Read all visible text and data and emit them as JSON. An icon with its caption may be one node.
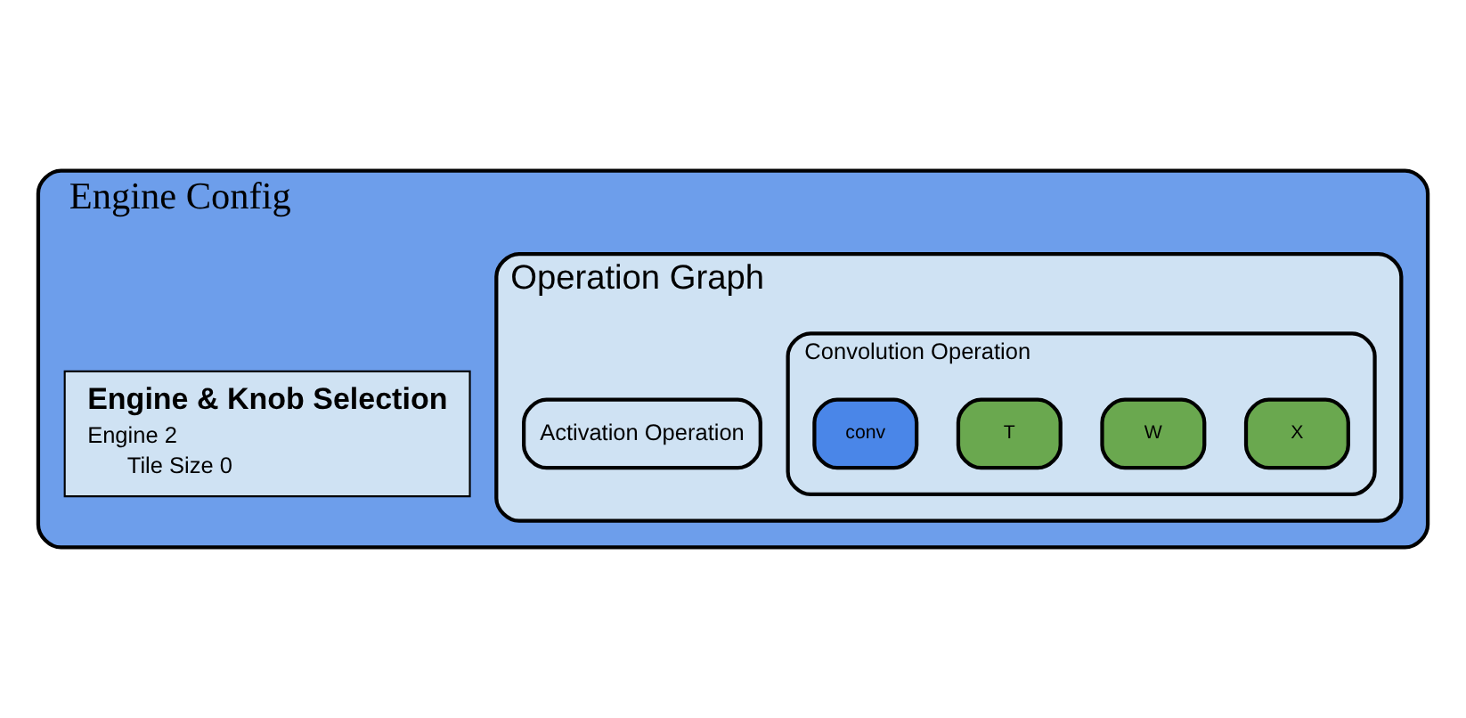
{
  "diagram": {
    "nodes": [
      {
        "text": [
          "Engine Config"
        ]
      },
      {
        "text": [
          "Operation Graph"
        ],
        "in": 0
      },
      {
        "text": [
          "Activation Operation"
        ],
        "in": 1
      },
      {
        "text": [
          "Convolution Operation"
        ],
        "in": 1
      },
      {
        "text": [
          "X"
        ],
        "in": 3
      },
      {
        "text": [
          "W"
        ],
        "in": 3
      },
      {
        "text": [
          "T"
        ],
        "in": 3
      },
      {
        "text": [
          "conv"
        ],
        "in": 3
      },
      {
        "text": [
          "Engine & Knob Selection",
          "Engine 2",
          "Tile Size 0"
        ],
        "in": 0
      }
    ]
  }
}
